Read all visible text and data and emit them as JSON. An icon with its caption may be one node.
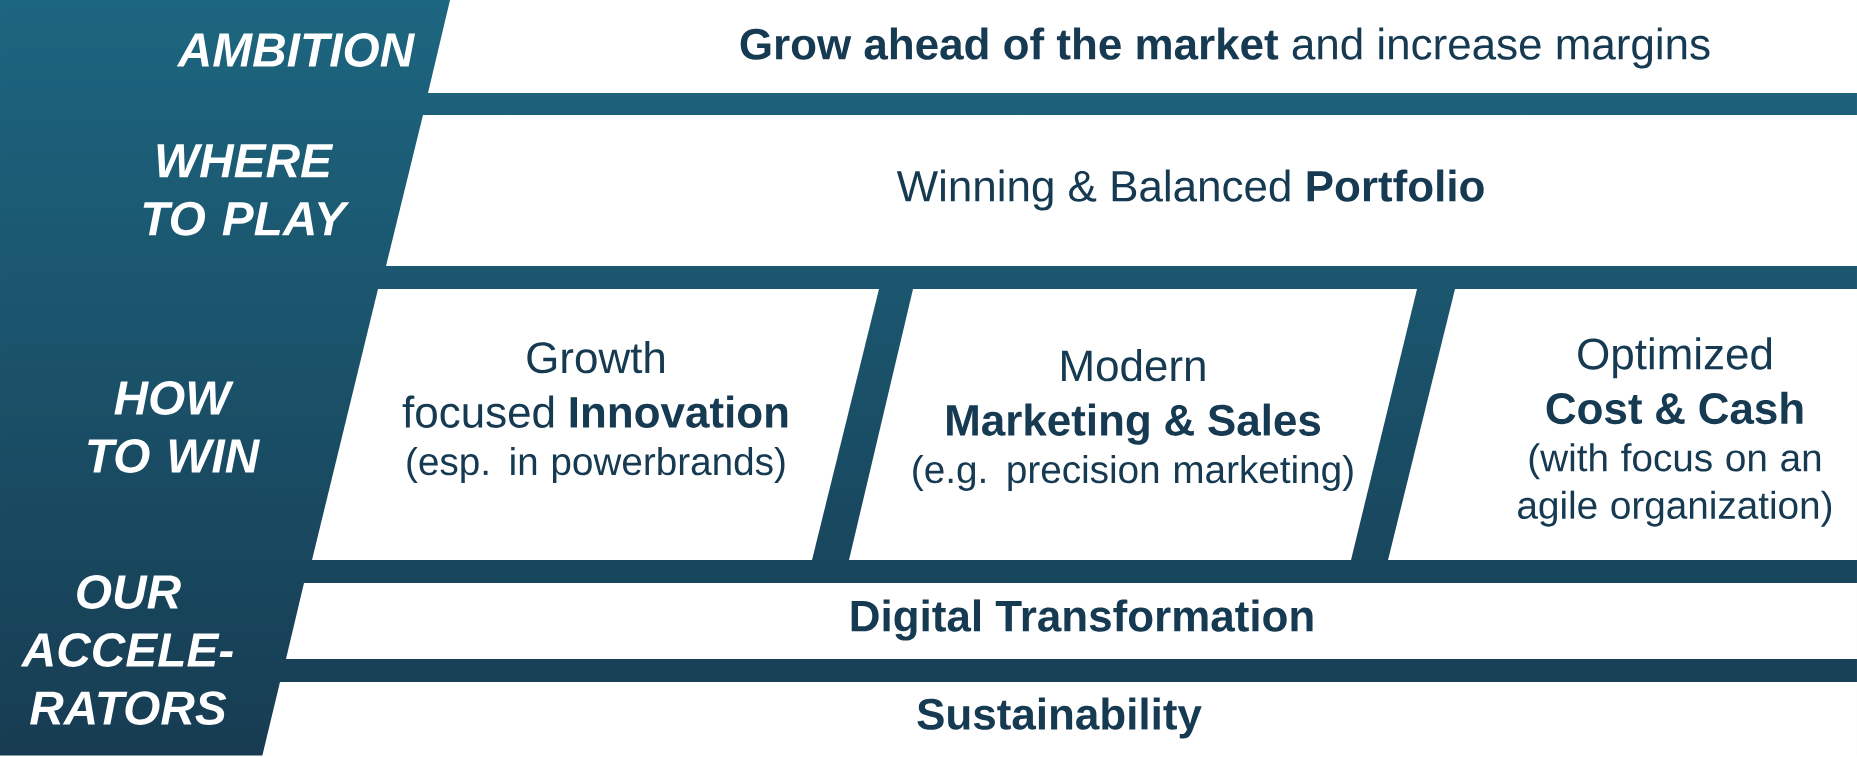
{
  "diagram": {
    "nodes": [
      {
        "text": [
          "**Grow ahead of the market** and increase margins"
        ]
      },
      {
        "text": [
          "Winning & Balanced **Portfolio**"
        ]
      },
      {
        "text": [
          "Growth focused **Innovation**",
          "(esp. in powerbrands)"
        ]
      },
      {
        "text": [
          "Modern **Marketing & Sales**",
          "(e.g. precision marketing)"
        ]
      },
      {
        "text": [
          "Optimized **Cost & Cash**",
          "(with focus on an agile organization)"
        ]
      },
      {
        "text": [
          "Digital Transformation"
        ]
      },
      {
        "text": [
          "Sustainability"
        ]
      }
    ],
    "labels": [
      "AMBITION",
      "WHERE TO PLAY",
      "HOW TO WIN",
      "OUR ACCELE- RATORS"
    ]
  }
}
